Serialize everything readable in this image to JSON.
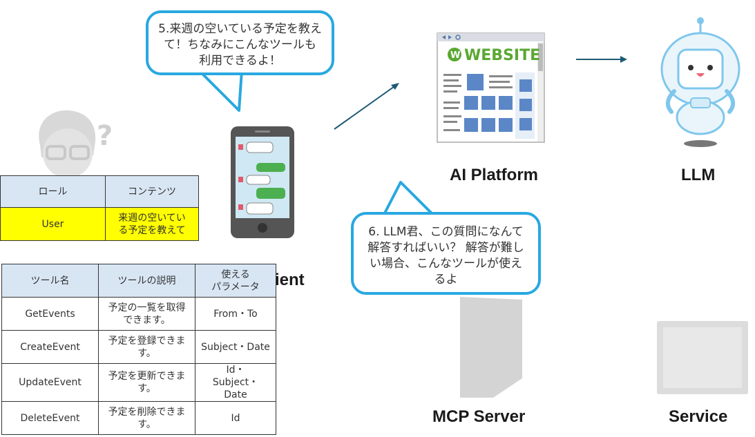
{
  "bubbles": {
    "user_request": "5.来週の空いている予定を教えて！ちなみにこんなツールも利用できるよ！",
    "platform_request": "6. LLM君、この質問になんて解答すればいい？ 解答が難しい場合、こんなツールが使えるよ"
  },
  "labels": {
    "ai_platform": "AI Platform",
    "llm": "LLM",
    "client_partial": "ient",
    "mcp_server": "MCP Server",
    "service": "Service"
  },
  "website_logo": "WEBSITE",
  "message_table": {
    "headers": [
      "ロール",
      "コンテンツ"
    ],
    "rows": [
      [
        "User",
        "来週の空いている予定を教えて"
      ]
    ]
  },
  "tools_table": {
    "headers": [
      "ツール名",
      "ツールの説明",
      "使える\nパラメータ"
    ],
    "rows": [
      [
        "GetEvents",
        "予定の一覧を取得できます。",
        "From・To"
      ],
      [
        "CreateEvent",
        "予定を登録できます。",
        "Subject・Date"
      ],
      [
        "UpdateEvent",
        "予定を更新できます。",
        "Id・Subject・Date"
      ],
      [
        "DeleteEvent",
        "予定を削除できます。",
        "Id"
      ]
    ]
  },
  "colors": {
    "bubble_border": "#29a8e0",
    "arrow": "#1d5a73",
    "table_header": "#d8e6f4",
    "highlight": "#ffff00",
    "robot_blue": "#7fc7ec"
  }
}
